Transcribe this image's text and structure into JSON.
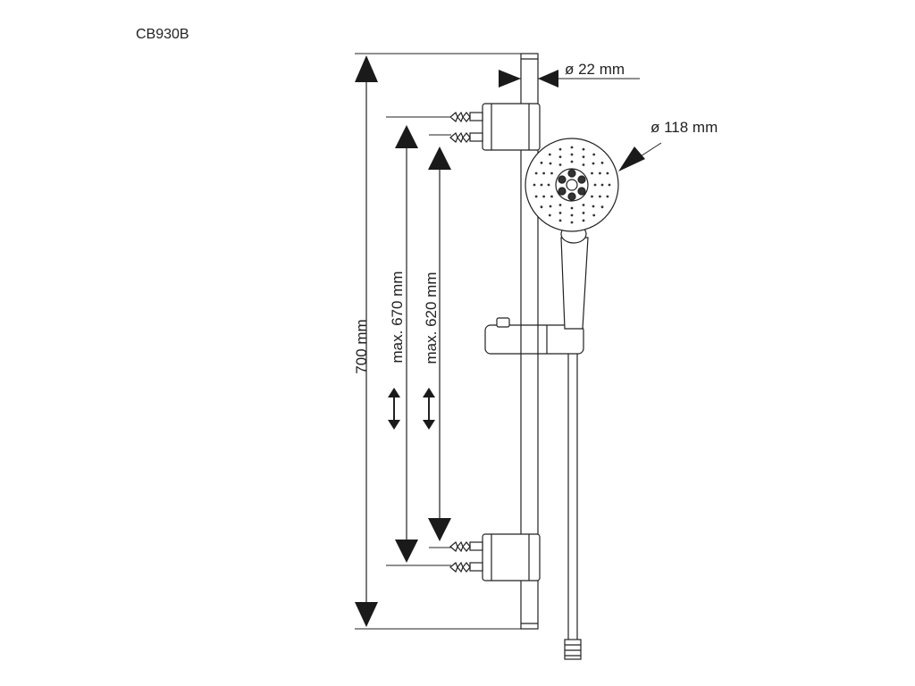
{
  "model_code": "CB930B",
  "dimensions": {
    "total_height": "700 mm",
    "max_bracket_spacing": "max. 670 mm",
    "max_slider_travel": "max. 620 mm",
    "rail_diameter": "ø 22 mm",
    "head_diameter": "ø 118 mm"
  },
  "colors": {
    "line": "#222222",
    "arrow": "#1a1a1a",
    "background": "#ffffff"
  }
}
